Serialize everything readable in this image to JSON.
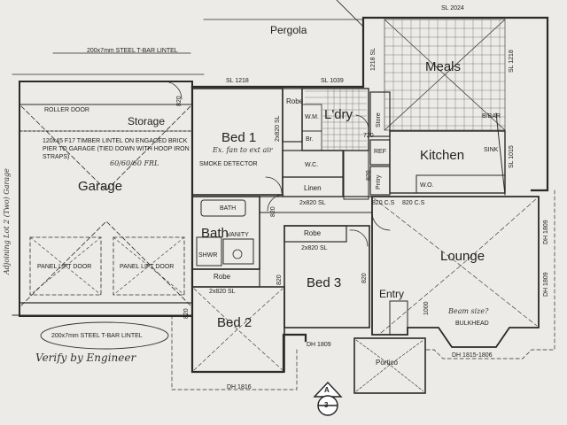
{
  "rooms": {
    "meals": "Meals",
    "ldry": "L'dry",
    "bed1": "Bed 1",
    "storage": "Storage",
    "garage": "Garage",
    "kitchen": "Kitchen",
    "lounge": "Lounge",
    "bath": "Bath",
    "bed3": "Bed 3",
    "bed2": "Bed 2",
    "entry": "Entry",
    "portico": "Portico",
    "pergola": "Pergola",
    "linen": "Linen",
    "robe_bed1": "Robe",
    "robe_bed3": "Robe",
    "robe_bed2": "Robe",
    "store": "Store",
    "ref": "REF",
    "pntry": "Pntry",
    "wm": "W.M.",
    "br": "Br.",
    "wc": "W.C.",
    "shwr": "SHWR",
    "vanity": "VANITY",
    "bath_small": "BATH"
  },
  "notes": {
    "lintel_top": "200x7mm STEEL T-BAR LINTEL",
    "roller_door": "ROLLER DOOR",
    "timber_lintel": "120x45 F17 TIMBER LINTEL ON ENGAGED BRICK PIER TO GARAGE (TIED DOWN WITH HOOP IRON STRAPS)",
    "frl": "60/60/60 FRL",
    "ex_fan": "Ex. fan to ext air",
    "smoke": "SMOKE DETECTOR",
    "panel_door_1": "PANEL LIFT DOOR",
    "panel_door_2": "PANEL LIFT DOOR",
    "lintel_bottom": "200x7mm STEEL T-BAR LINTEL",
    "verify": "Verify by Engineer",
    "adjoining": "Adjoining Lot 2 (Two) Garage",
    "beam": "Beam size?",
    "bulkhead": "BULKHEAD",
    "b_bar": "B/BAR",
    "wo": "W.O.",
    "sink": "SINK",
    "section_letter": "A",
    "section_number": "3"
  },
  "dims": {
    "sl2024": "SL 2024",
    "sl1218_top": "SL 1218",
    "sl1218_meals": "SL 1218",
    "sl1039": "SL 1039",
    "sl1218_ldry": "1218 SL",
    "sl1015": "SL 1015",
    "d820_garage": "820",
    "d2820_robe": "2x820 SL",
    "d2820_linen": "2x820 SL",
    "d820_cs1": "820 C.S",
    "d820_cs2": "820 C.S",
    "d2820_bath": "2x820 SL",
    "d2820_robe3": "2x820 SL",
    "d820_bed1": "820",
    "d820_bed3": "820",
    "d820_bed3b": "820",
    "d820_bed2": "820",
    "d720": "720",
    "d820_store": "820",
    "d1809a": "DH 1809",
    "d1809b": "DH 1809",
    "d1809c": "DH 1809",
    "d1815": "DH 1815-1806",
    "d1816": "DH 1816",
    "d1000": "1000"
  }
}
